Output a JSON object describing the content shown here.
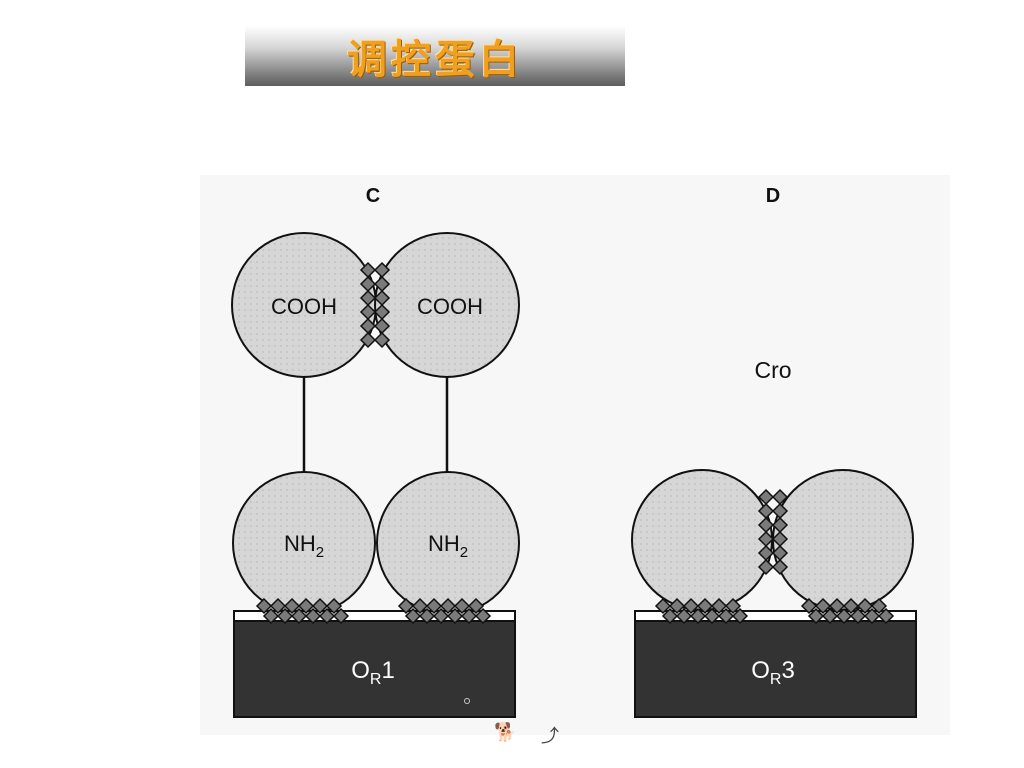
{
  "title": "调控蛋白",
  "panels": [
    {
      "letter": "C",
      "upper_labels": [
        "COOH",
        "COOH"
      ],
      "lower_labels": [
        "NH2",
        "NH2"
      ],
      "operator": {
        "prefix": "O",
        "subscript": "R",
        "number": "1"
      }
    },
    {
      "letter": "D",
      "protein": "Cro",
      "operator": {
        "prefix": "O",
        "subscript": "R",
        "number": "3"
      }
    }
  ],
  "nav": {
    "prev_icon": "dog-icon",
    "next_icon": "return-icon"
  }
}
